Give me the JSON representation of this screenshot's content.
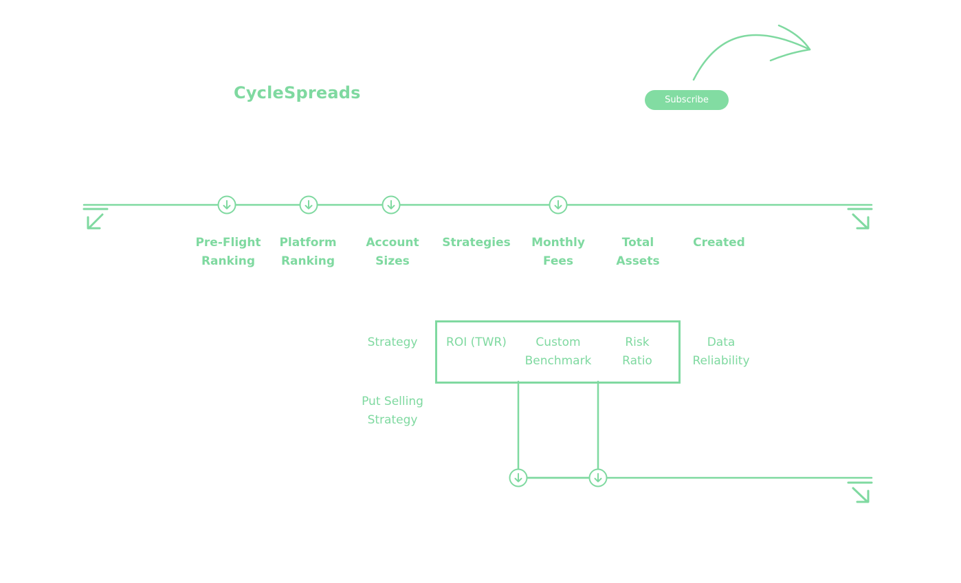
{
  "header": {
    "brand": "CycleSpreads",
    "subscribe_label": "Subscribe"
  },
  "columns_row1": [
    {
      "l1": "Pre-Flight",
      "l2": "Ranking"
    },
    {
      "l1": "Platform",
      "l2": "Ranking"
    },
    {
      "l1": "Account",
      "l2": "Sizes"
    },
    {
      "l1": "Strategies",
      "l2": ""
    },
    {
      "l1": "Monthly",
      "l2": "Fees"
    },
    {
      "l1": "Total",
      "l2": "Assets"
    },
    {
      "l1": "Created",
      "l2": ""
    }
  ],
  "columns_row2": {
    "strategy": "Strategy",
    "roi": "ROI (TWR)",
    "custom_benchmark": {
      "l1": "Custom",
      "l2": "Benchmark"
    },
    "risk_ratio": {
      "l1": "Risk",
      "l2": "Ratio"
    },
    "data_reliability": {
      "l1": "Data",
      "l2": "Reliability"
    },
    "put_selling": {
      "l1": "Put Selling",
      "l2": "Strategy"
    }
  },
  "icons": {
    "sort": "arrow-down-circle-icon",
    "collapse_left": "arrow-down-left-bar-icon",
    "collapse_right": "arrow-down-right-bar-icon",
    "pointer": "curved-arrow-icon"
  },
  "colors": {
    "accent": "#7fd9a0",
    "button_bg": "#82dca2",
    "button_text": "#ffffff",
    "background": "#ffffff"
  }
}
